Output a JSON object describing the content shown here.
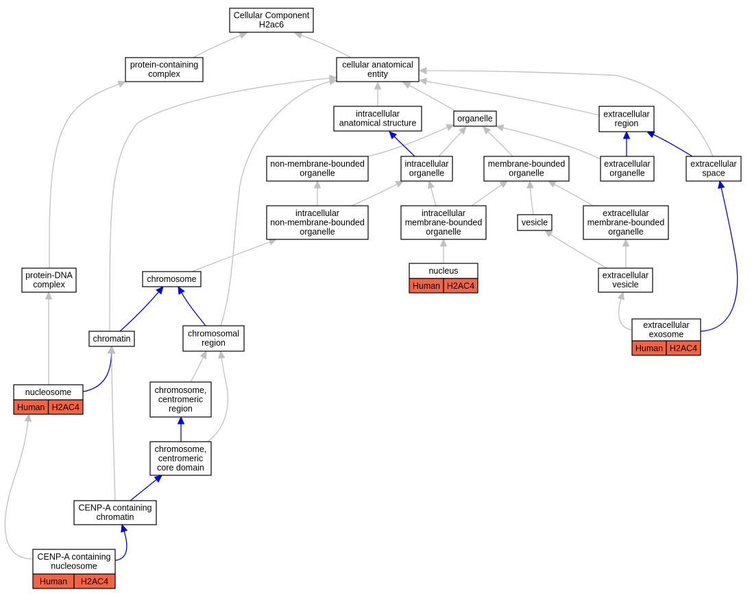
{
  "colors": {
    "edge_is_a": "#c0c0c0",
    "edge_part_of": "#0000ee",
    "annotation": "#f26444",
    "node_fill": "#ffffff",
    "node_border": "#000000"
  },
  "nodes": [
    {
      "id": "cc_root",
      "lines": [
        "Cellular Component",
        "H2ac6"
      ]
    },
    {
      "id": "protein_containing_complex",
      "lines": [
        "protein-containing",
        "complex"
      ]
    },
    {
      "id": "cellular_anatomical_entity",
      "lines": [
        "cellular anatomical",
        "entity"
      ]
    },
    {
      "id": "intracellular_anatomical_structure",
      "lines": [
        "intracellular",
        "anatomical structure"
      ]
    },
    {
      "id": "organelle",
      "lines": [
        "organelle"
      ]
    },
    {
      "id": "extracellular_region",
      "lines": [
        "extracellular",
        "region"
      ]
    },
    {
      "id": "non_membrane_bounded_organelle",
      "lines": [
        "non-membrane-bounded",
        "organelle"
      ]
    },
    {
      "id": "intracellular_organelle",
      "lines": [
        "intracellular",
        "organelle"
      ]
    },
    {
      "id": "membrane_bounded_organelle",
      "lines": [
        "membrane-bounded",
        "organelle"
      ]
    },
    {
      "id": "extracellular_organelle",
      "lines": [
        "extracellular",
        "organelle"
      ]
    },
    {
      "id": "extracellular_space",
      "lines": [
        "extracellular",
        "space"
      ]
    },
    {
      "id": "intracellular_non_membrane_bounded_organelle",
      "lines": [
        "intracellular",
        "non-membrane-bounded",
        "organelle"
      ]
    },
    {
      "id": "intracellular_membrane_bounded_organelle",
      "lines": [
        "intracellular",
        "membrane-bounded",
        "organelle"
      ]
    },
    {
      "id": "vesicle",
      "lines": [
        "vesicle"
      ]
    },
    {
      "id": "extracellular_membrane_bounded_organelle",
      "lines": [
        "extracellular",
        "membrane-bounded",
        "organelle"
      ]
    },
    {
      "id": "nucleus",
      "lines": [
        "nucleus"
      ],
      "annotation": [
        "Human",
        "H2AC4"
      ]
    },
    {
      "id": "protein_dna_complex",
      "lines": [
        "protein-DNA",
        "complex"
      ]
    },
    {
      "id": "chromosome",
      "lines": [
        "chromosome"
      ]
    },
    {
      "id": "extracellular_vesicle",
      "lines": [
        "extracellular",
        "vesicle"
      ]
    },
    {
      "id": "chromatin",
      "lines": [
        "chromatin"
      ]
    },
    {
      "id": "chromosomal_region",
      "lines": [
        "chromosomal",
        "region"
      ]
    },
    {
      "id": "extracellular_exosome",
      "lines": [
        "extracellular",
        "exosome"
      ],
      "annotation": [
        "Human",
        "H2AC4"
      ]
    },
    {
      "id": "nucleosome",
      "lines": [
        "nucleosome"
      ],
      "annotation": [
        "Human",
        "H2AC4"
      ]
    },
    {
      "id": "chromosome_centromeric_region",
      "lines": [
        "chromosome,",
        "centromeric",
        "region"
      ]
    },
    {
      "id": "chromosome_centromeric_core_domain",
      "lines": [
        "chromosome,",
        "centromeric",
        "core domain"
      ]
    },
    {
      "id": "cenp_a_containing_chromatin",
      "lines": [
        "CENP-A containing",
        "chromatin"
      ]
    },
    {
      "id": "cenp_a_containing_nucleosome",
      "lines": [
        "CENP-A containing",
        "nucleosome"
      ],
      "annotation": [
        "Human",
        "H2AC4"
      ]
    }
  ],
  "edges": [
    {
      "from": "protein_containing_complex",
      "to": "cc_root",
      "type": "is_a"
    },
    {
      "from": "cellular_anatomical_entity",
      "to": "cc_root",
      "type": "is_a"
    },
    {
      "from": "intracellular_anatomical_structure",
      "to": "cellular_anatomical_entity",
      "type": "is_a"
    },
    {
      "from": "organelle",
      "to": "cellular_anatomical_entity",
      "type": "is_a"
    },
    {
      "from": "extracellular_region",
      "to": "cellular_anatomical_entity",
      "type": "is_a"
    },
    {
      "from": "extracellular_space",
      "to": "cellular_anatomical_entity",
      "type": "is_a"
    },
    {
      "from": "chromatin",
      "to": "cellular_anatomical_entity",
      "type": "is_a"
    },
    {
      "from": "chromosomal_region",
      "to": "cellular_anatomical_entity",
      "type": "is_a"
    },
    {
      "from": "protein_dna_complex",
      "to": "protein_containing_complex",
      "type": "is_a"
    },
    {
      "from": "non_membrane_bounded_organelle",
      "to": "organelle",
      "type": "is_a"
    },
    {
      "from": "intracellular_organelle",
      "to": "organelle",
      "type": "is_a"
    },
    {
      "from": "intracellular_organelle",
      "to": "intracellular_anatomical_structure",
      "type": "part_of"
    },
    {
      "from": "membrane_bounded_organelle",
      "to": "organelle",
      "type": "is_a"
    },
    {
      "from": "extracellular_organelle",
      "to": "organelle",
      "type": "is_a"
    },
    {
      "from": "extracellular_organelle",
      "to": "extracellular_region",
      "type": "part_of"
    },
    {
      "from": "extracellular_space",
      "to": "extracellular_region",
      "type": "part_of"
    },
    {
      "from": "intracellular_non_membrane_bounded_organelle",
      "to": "non_membrane_bounded_organelle",
      "type": "is_a"
    },
    {
      "from": "intracellular_non_membrane_bounded_organelle",
      "to": "intracellular_organelle",
      "type": "is_a"
    },
    {
      "from": "intracellular_membrane_bounded_organelle",
      "to": "intracellular_organelle",
      "type": "is_a"
    },
    {
      "from": "intracellular_membrane_bounded_organelle",
      "to": "membrane_bounded_organelle",
      "type": "is_a"
    },
    {
      "from": "vesicle",
      "to": "membrane_bounded_organelle",
      "type": "is_a"
    },
    {
      "from": "extracellular_membrane_bounded_organelle",
      "to": "membrane_bounded_organelle",
      "type": "is_a"
    },
    {
      "from": "nucleus",
      "to": "intracellular_membrane_bounded_organelle",
      "type": "is_a"
    },
    {
      "from": "extracellular_vesicle",
      "to": "vesicle",
      "type": "is_a"
    },
    {
      "from": "extracellular_vesicle",
      "to": "extracellular_membrane_bounded_organelle",
      "type": "is_a"
    },
    {
      "from": "extracellular_exosome",
      "to": "extracellular_vesicle",
      "type": "is_a"
    },
    {
      "from": "extracellular_exosome",
      "to": "extracellular_space",
      "type": "part_of"
    },
    {
      "from": "chromosome",
      "to": "intracellular_non_membrane_bounded_organelle",
      "type": "is_a"
    },
    {
      "from": "chromatin",
      "to": "chromosome",
      "type": "part_of"
    },
    {
      "from": "chromosomal_region",
      "to": "chromosome",
      "type": "part_of"
    },
    {
      "from": "nucleosome",
      "to": "protein_dna_complex",
      "type": "is_a"
    },
    {
      "from": "nucleosome",
      "to": "chromatin",
      "type": "part_of"
    },
    {
      "from": "chromosome_centromeric_region",
      "to": "chromosomal_region",
      "type": "is_a"
    },
    {
      "from": "chromosome_centromeric_core_domain",
      "to": "chromosomal_region",
      "type": "is_a"
    },
    {
      "from": "chromosome_centromeric_core_domain",
      "to": "chromosome_centromeric_region",
      "type": "part_of"
    },
    {
      "from": "cenp_a_containing_chromatin",
      "to": "chromatin",
      "type": "is_a"
    },
    {
      "from": "cenp_a_containing_chromatin",
      "to": "chromosome_centromeric_core_domain",
      "type": "part_of"
    },
    {
      "from": "cenp_a_containing_nucleosome",
      "to": "nucleosome",
      "type": "is_a"
    },
    {
      "from": "cenp_a_containing_nucleosome",
      "to": "cenp_a_containing_chromatin",
      "type": "part_of"
    }
  ]
}
